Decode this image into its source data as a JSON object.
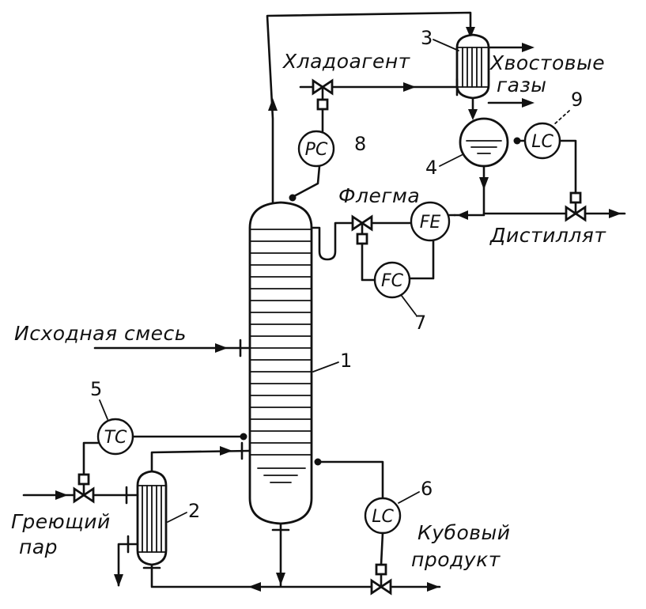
{
  "labels": {
    "refrigerant": "Хладоагент",
    "tail_gases_1": "Хвостовые",
    "tail_gases_2": "газы",
    "reflux": "Флегма",
    "distillate": "Дистиллят",
    "feed": "Исходная смесь",
    "heating_steam_1": "Греющий",
    "heating_steam_2": "пар",
    "bottoms_1": "Кубовый",
    "bottoms_2": "продукт"
  },
  "instruments": {
    "pc": "PC",
    "lc_top": "LC",
    "fe": "FE",
    "fc": "FC",
    "tc": "TC",
    "lc_bottom": "LC"
  },
  "numbers": {
    "column": "1",
    "reboiler": "2",
    "condenser": "3",
    "receiver": "4",
    "tc_loop": "5",
    "lc_bottom_loop": "6",
    "fc_loop": "7",
    "pc_loop": "8",
    "lc_top_loop": "9"
  }
}
